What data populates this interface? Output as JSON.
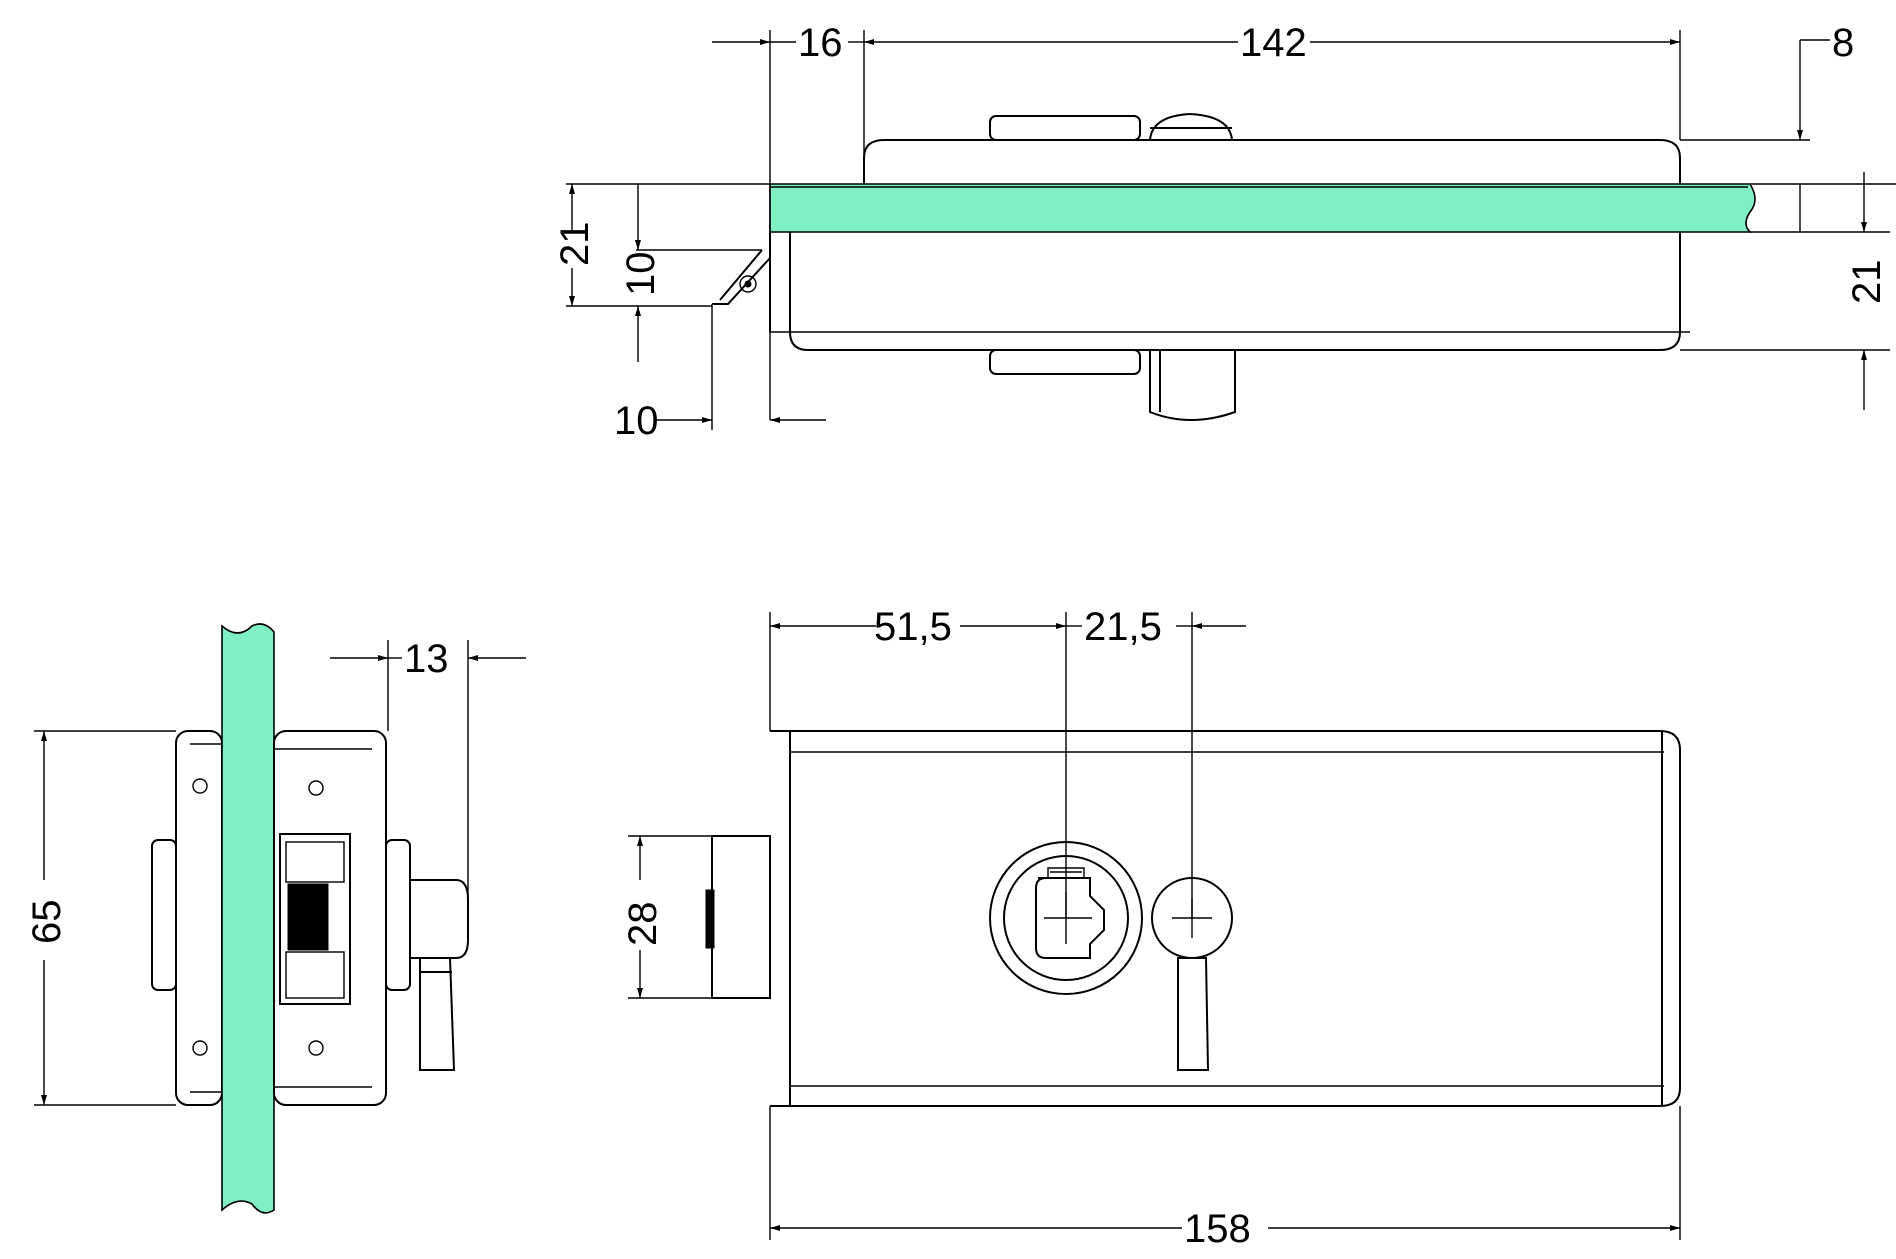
{
  "colors": {
    "glass": "#7ff0c4",
    "line": "#000000",
    "background": "#ffffff"
  },
  "dimensions": {
    "top_offset": "16",
    "top_length": "142",
    "top_cover": "8",
    "top_glass_left": "21",
    "top_glass_right": "21",
    "top_mid": "10",
    "top_bottom": "10",
    "side_height": "65",
    "side_knob": "13",
    "front_left": "51,5",
    "front_gap": "21,5",
    "front_strike": "28",
    "front_width": "158"
  }
}
